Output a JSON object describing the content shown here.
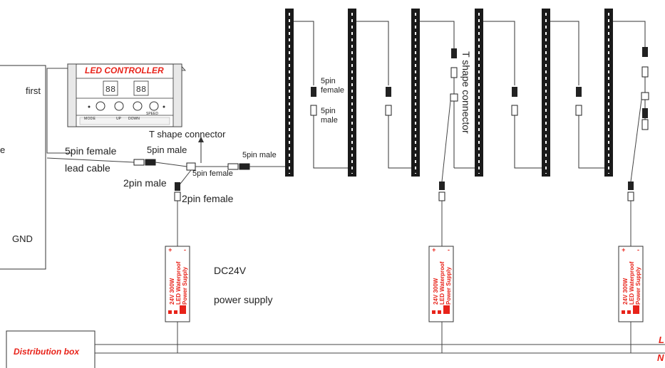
{
  "controller": {
    "title": "LED CONTROLLER",
    "buttons": [
      "MODE",
      "UP",
      "DOWN",
      "SPEED"
    ]
  },
  "left_panel_fragments": [
    "first",
    "e",
    "GND"
  ],
  "labels": {
    "lead_female": "5pin female",
    "lead_cable": "lead cable",
    "t_shape_connector": "T shape connector",
    "t_shape_connector_vertical": "T shape connector",
    "pin5_male_top": "5pin male",
    "pin5_female_mid": "5pin female",
    "pin5_male_right": "5pin male",
    "pin2_male": "2pin male",
    "pin2_female": "2pin female",
    "strip_5pin_female": "5pin\nfemale",
    "strip_5pin_male": "5pin\nmale",
    "dc24v": "DC24V",
    "power_supply": "power supply"
  },
  "psu": {
    "line1": "24V 300W",
    "line2": "LED Waterproof",
    "line3": "Power Supply",
    "plus": "+",
    "minus": "-"
  },
  "distribution_box": "Distribution box",
  "bus_labels": [
    "L",
    "N"
  ],
  "colors": {
    "accent_red": "#e8231a",
    "line": "#333333",
    "strip": "#1a1a1a"
  }
}
